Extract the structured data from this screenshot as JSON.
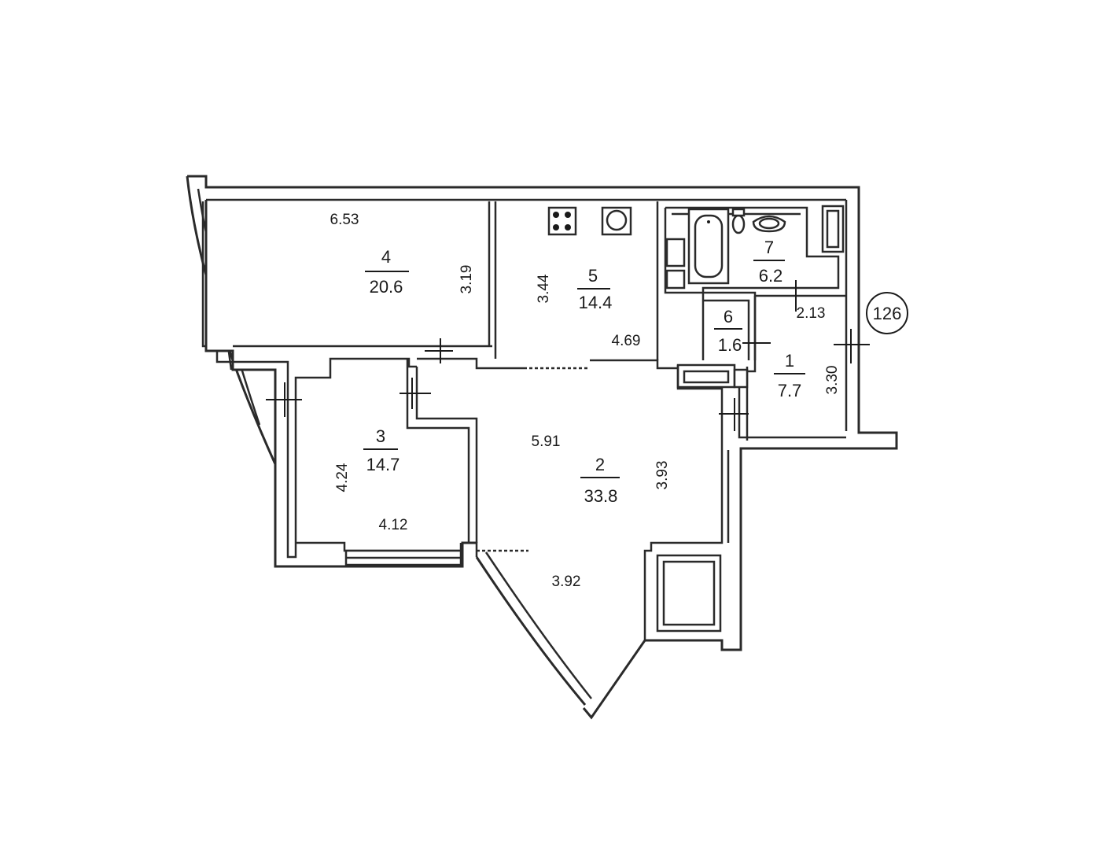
{
  "plan_id": "126",
  "rooms": [
    {
      "id": "r1",
      "number": "1",
      "area": "7.7",
      "dims": [
        "2.13",
        "3.30"
      ]
    },
    {
      "id": "r2",
      "number": "2",
      "area": "33.8",
      "dims": [
        "5.91",
        "3.93",
        "3.92"
      ]
    },
    {
      "id": "r3",
      "number": "3",
      "area": "14.7",
      "dims": [
        "4.24",
        "4.12"
      ]
    },
    {
      "id": "r4",
      "number": "4",
      "area": "20.6",
      "dims": [
        "6.53",
        "3.19"
      ]
    },
    {
      "id": "r5",
      "number": "5",
      "area": "14.4",
      "dims": [
        "3.44",
        "4.69"
      ]
    },
    {
      "id": "r6",
      "number": "6",
      "area": "1.6",
      "dims": []
    },
    {
      "id": "r7",
      "number": "7",
      "area": "6.2",
      "dims": []
    }
  ]
}
